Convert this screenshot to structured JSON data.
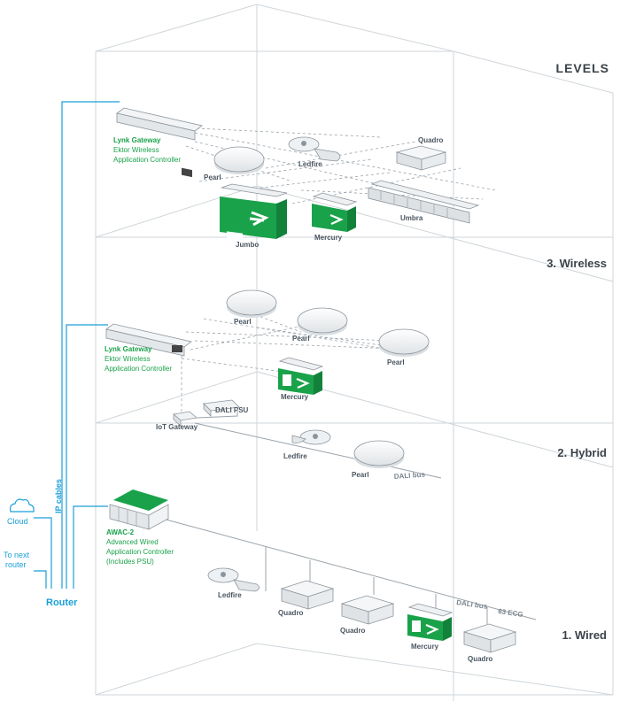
{
  "title": "LEVELS",
  "levels": {
    "wireless": "3. Wireless",
    "hybrid": "2. Hybrid",
    "wired": "1. Wired"
  },
  "network": {
    "cloud": "Cloud",
    "next_router_line1": "To next",
    "next_router_line2": "router",
    "router": "Router",
    "ip_cables": "IP cables"
  },
  "wireless_level": {
    "gateway_name": "Lynk Gateway",
    "gateway_desc1": "Ektor Wireless",
    "gateway_desc2": "Application Controller",
    "devices": {
      "pearl": "Pearl",
      "ledfire": "Ledfire",
      "quadro": "Quadro",
      "umbra": "Umbra",
      "jumbo": "Jumbo",
      "mercury": "Mercury"
    }
  },
  "hybrid_level": {
    "gateway_name": "Lynk Gateway",
    "gateway_desc1": "Ektor Wireless",
    "gateway_desc2": "Application Controller",
    "devices": {
      "pearl_1": "Pearl",
      "pearl_2": "Pearl",
      "pearl_3": "Pearl",
      "mercury": "Mercury",
      "dali_psu": "DALI PSU",
      "iot_gateway": "IoT Gateway",
      "ledfire": "Ledfire",
      "pearl_4": "Pearl"
    },
    "bus": "DALI bus"
  },
  "wired_level": {
    "controller_name": "AWAC-2",
    "controller_desc1": "Advanced Wired",
    "controller_desc2": "Application Controller",
    "controller_desc3": "(Includes PSU)",
    "devices": {
      "ledfire": "Ledfire",
      "quadro_1": "Quadro",
      "quadro_2": "Quadro",
      "mercury": "Mercury",
      "quadro_3": "Quadro"
    },
    "bus": "DALI bus",
    "ecg": "63 ECG"
  },
  "colors": {
    "green": "#1aa24a",
    "blue": "#1a9fd8",
    "line": "#c9cfd4",
    "text": "#3a424a"
  }
}
